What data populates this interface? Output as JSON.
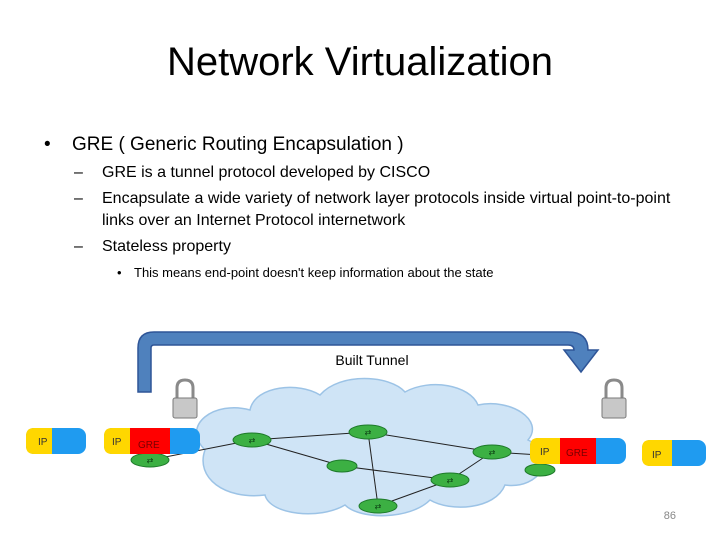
{
  "slide": {
    "title": "Network Virtualization",
    "bullet": "GRE ( Generic Routing Encapsulation )",
    "sub_bullets": [
      "GRE is a tunnel protocol developed by CISCO",
      "Encapsulate a wide variety of network layer protocols inside virtual point-to-point links over an Internet Protocol internetwork",
      "Stateless property"
    ],
    "sub_sub_bullet": "This means end-point doesn't keep information about the state",
    "page_number": "86"
  },
  "diagram": {
    "tunnel_label": "Built  Tunnel",
    "packets": [
      {
        "ip": "IP",
        "gre": ""
      },
      {
        "ip": "IP",
        "gre": "GRE"
      },
      {
        "ip": "IP",
        "gre": "GRE"
      },
      {
        "ip": "IP",
        "gre": ""
      }
    ],
    "colors": {
      "arrow": "#4f81bd",
      "arrow_stroke": "#2f5597",
      "ip": "#ffd700",
      "gre": "#ff0000",
      "payload": "#1f9bf0",
      "router": "#3cb043",
      "cloud": "#cfe4f6"
    }
  }
}
